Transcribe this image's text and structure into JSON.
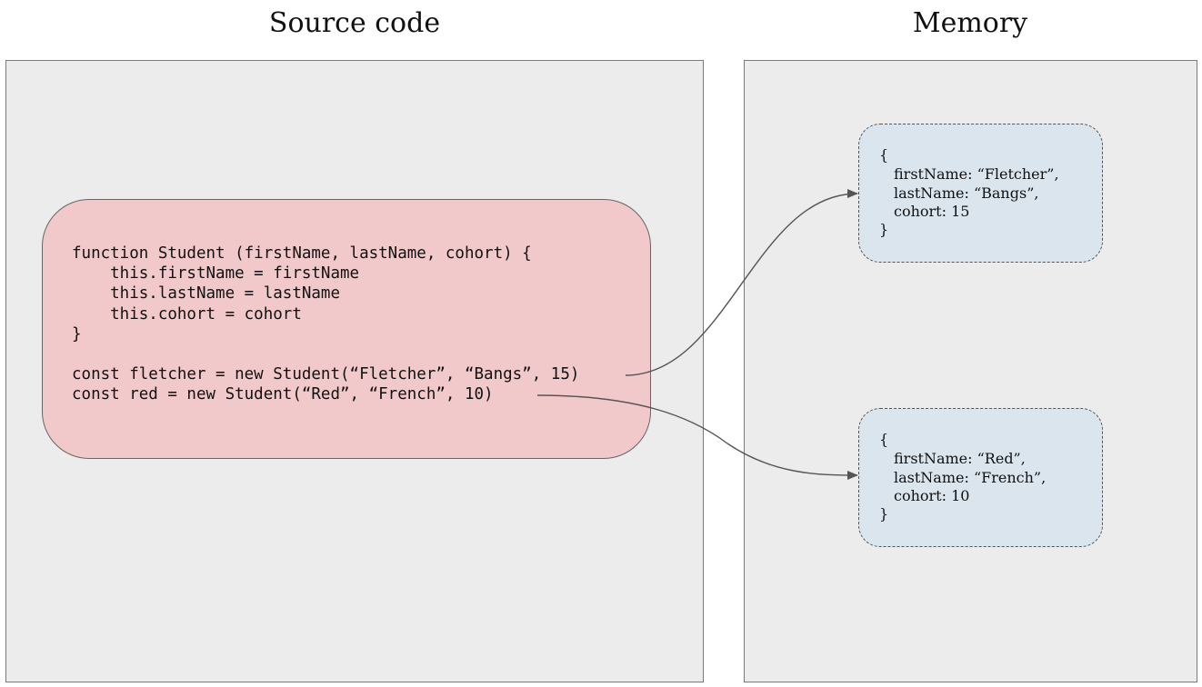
{
  "titles": {
    "source": "Source code",
    "memory": "Memory"
  },
  "code": {
    "lines": [
      "function Student (firstName, lastName, cohort) {",
      "    this.firstName = firstName",
      "    this.lastName = lastName",
      "    this.cohort = cohort",
      "}",
      "",
      "const fletcher = new Student(“Fletcher”, “Bangs”, 15)",
      "const red = new Student(“Red”, “French”, 10)"
    ]
  },
  "memory": {
    "objects": [
      {
        "lines": [
          "{",
          "firstName: “Fletcher”,",
          "lastName: “Bangs”,",
          "cohort: 15",
          "}"
        ]
      },
      {
        "lines": [
          "{",
          "firstName: “Red”,",
          "lastName: “French”,",
          "cohort: 10",
          "}"
        ]
      }
    ]
  },
  "colors": {
    "code_box": "#f2c9cb",
    "object_box": "#dae5ee",
    "panel": "#ececec",
    "arrow": "#555555"
  }
}
